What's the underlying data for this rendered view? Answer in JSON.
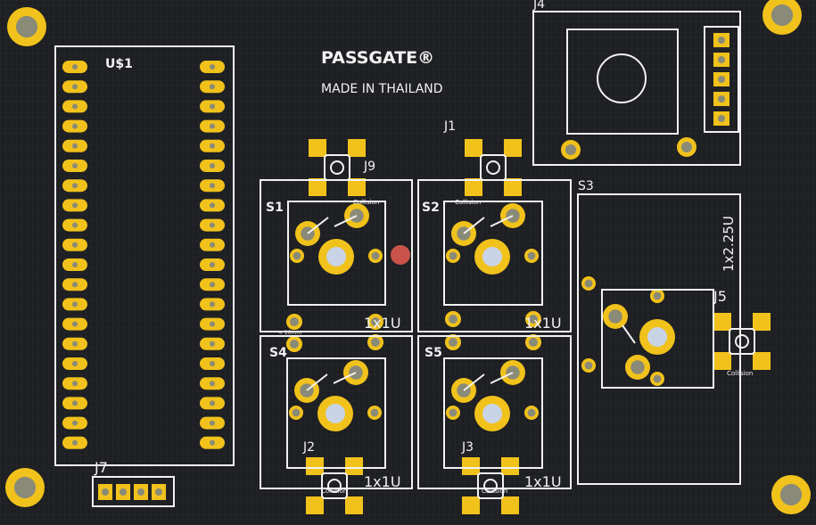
{
  "board": {
    "brand": "PASSGATE®",
    "made_in": "MADE IN THAILAND",
    "colors": {
      "substrate": "#1e1f22",
      "pad": "#f1c21b",
      "silkscreen": "#f2f2f2",
      "led": "#d9534f"
    }
  },
  "labels": {
    "u1": "U$1",
    "j1": "J1",
    "j2": "J2",
    "j3": "J3",
    "j4": "J4",
    "j5": "J5",
    "j7": "J7",
    "j9": "J9",
    "s1": "S1",
    "s2": "S2",
    "s3": "S3",
    "s4": "S4",
    "s5": "S5",
    "size_1u": "1x1U",
    "size_225u": "1x2.25U",
    "collision": "Collision",
    "dim": "< 10mm"
  }
}
